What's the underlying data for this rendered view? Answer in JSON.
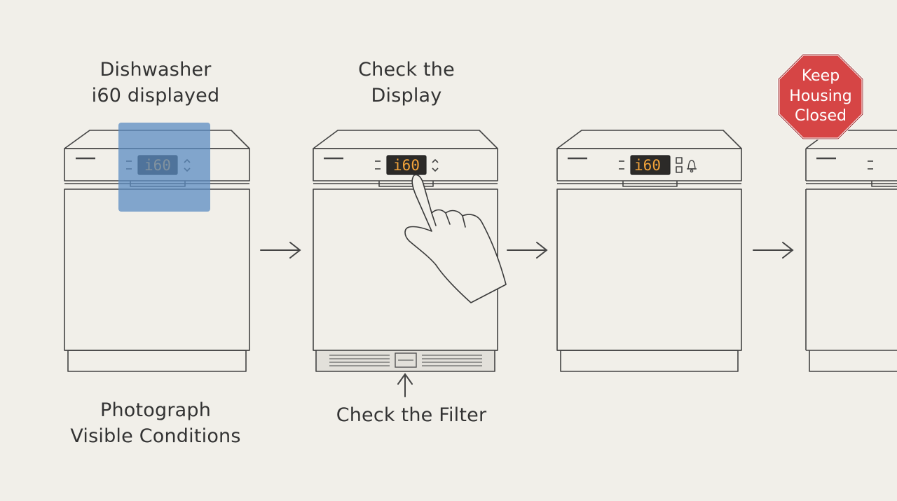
{
  "steps": [
    {
      "title_lines": [
        "Dishwasher",
        "i60 displayed"
      ],
      "caption_lines": [
        "Photograph",
        "Visible Conditions"
      ],
      "display_code": "i60"
    },
    {
      "title_lines": [
        "Check the",
        "Display"
      ],
      "caption_lines": [
        "Check the Filter"
      ],
      "display_code": "i60"
    },
    {
      "display_code": "i60"
    },
    {
      "sign_lines": [
        "Keep",
        "Housing",
        "Closed"
      ]
    }
  ],
  "colors": {
    "background": "#f1efe9",
    "highlight": "#5b8cc2",
    "stop_sign": "#d64545",
    "display_digits": "#f2a33a"
  },
  "icons": [
    "pointing-hand-icon",
    "arrow-right-icon",
    "arrow-up-icon",
    "stop-sign-icon",
    "bell-icon"
  ]
}
